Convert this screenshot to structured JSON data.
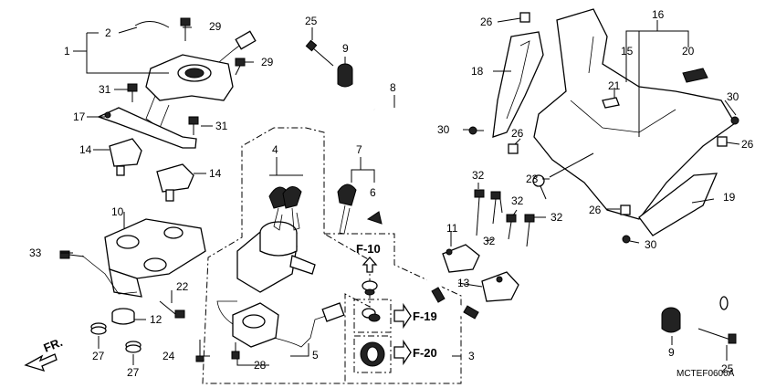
{
  "labels": {
    "l1": "1",
    "l2": "2",
    "l3": "3",
    "l4": "4",
    "l5": "5",
    "l6": "6",
    "l7": "7",
    "l8": "8",
    "l9a": "9",
    "l9b": "9",
    "l10": "10",
    "l11": "11",
    "l12": "12",
    "l13": "13",
    "l14a": "14",
    "l14b": "14",
    "l15": "15",
    "l16": "16",
    "l17": "17",
    "l18": "18",
    "l19": "19",
    "l20": "20",
    "l21": "21",
    "l22": "22",
    "l23": "23",
    "l24": "24",
    "l25a": "25",
    "l25b": "25",
    "l26a": "26",
    "l26b": "26",
    "l26c": "26",
    "l26d": "26",
    "l27a": "27",
    "l27b": "27",
    "l28": "28",
    "l29a": "29",
    "l29b": "29",
    "l30a": "30",
    "l30b": "30",
    "l30c": "30",
    "l31a": "31",
    "l31b": "31",
    "l32a": "32",
    "l32b": "32",
    "l32c": "32",
    "l32d": "32",
    "l33": "33"
  },
  "refs": {
    "f10": "F-10",
    "f19": "F-19",
    "f20": "F-20"
  },
  "direction": "FR.",
  "diagram_code": "MCTEF0600A"
}
